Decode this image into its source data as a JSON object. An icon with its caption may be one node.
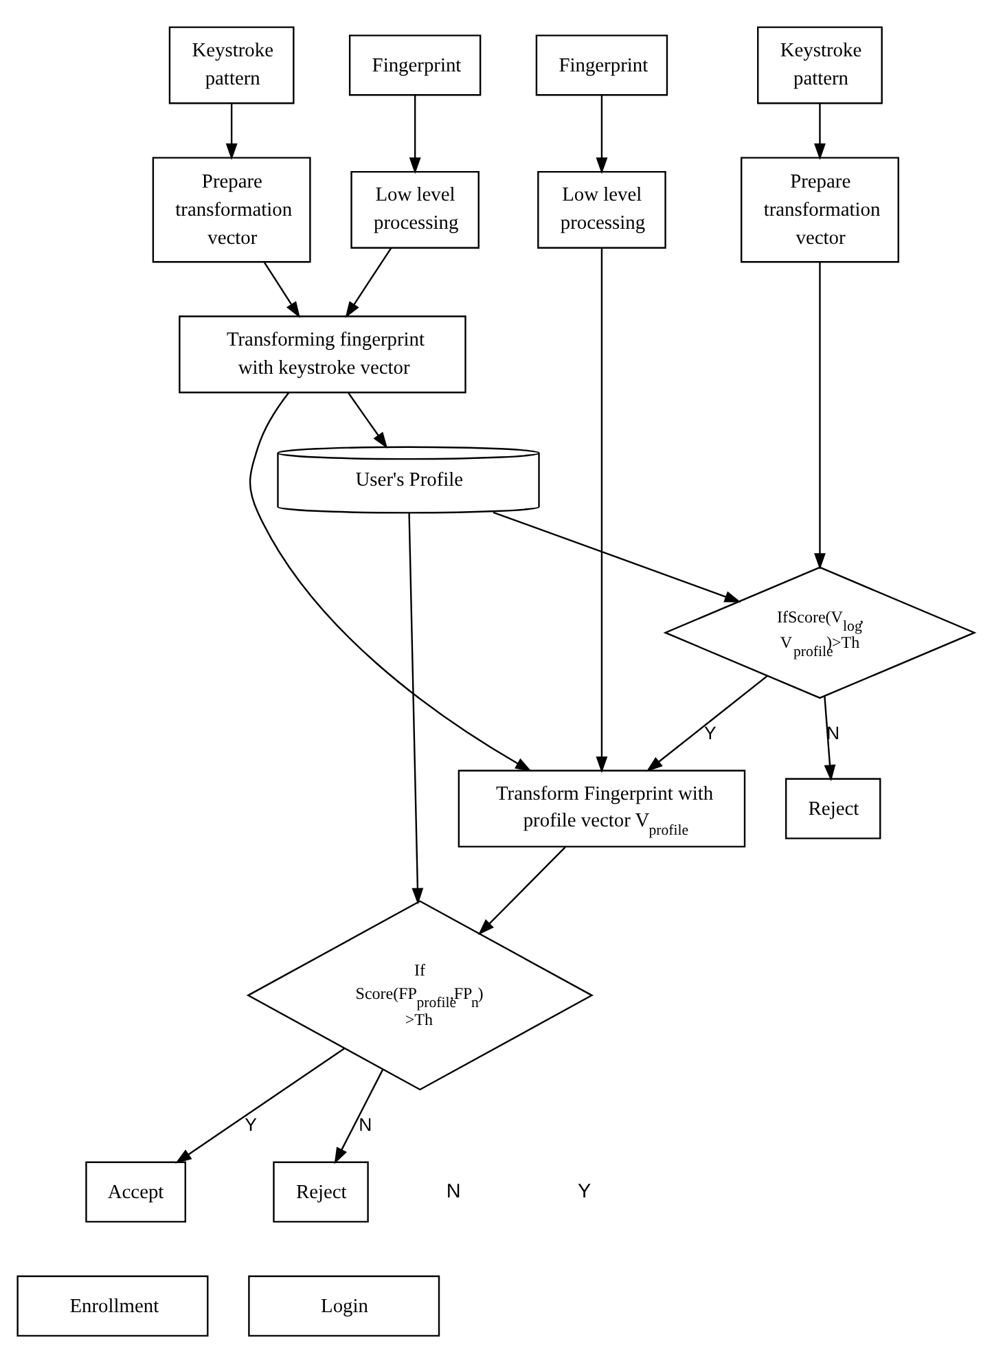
{
  "diagram": {
    "nodes": [
      {
        "text": [
          "Fingerprint"
        ]
      },
      {
        "text": [
          "Keystroke pattern"
        ]
      },
      {
        "text": [
          "Keystroke pattern"
        ]
      },
      {
        "text": [
          "Fingerprint"
        ]
      },
      {
        "text": [
          "Low level processing"
        ]
      },
      {
        "text": [
          "Prepare transformation vector"
        ]
      },
      {
        "text": [
          "Prepare transformation vector"
        ]
      },
      {
        "text": [
          "Low level processing"
        ]
      },
      {
        "text": [
          "Transforming fingerprint with keystroke vector"
        ]
      },
      {
        "text": [
          "IfScore(V$_{log}$, V$_{profile}$)>Th"
        ]
      },
      {
        "text": [
          "Reject"
        ]
      },
      {
        "text": [
          "User's Profile"
        ]
      },
      {
        "text": [
          "Transform Fingerprint with profile vector V$_{profile}$"
        ]
      },
      {
        "text": [
          "If Score(FP$_{profile}$,FP$_{n}$) >Th"
        ]
      },
      {
        "text": [
          "Accept"
        ]
      },
      {
        "text": [
          "Reject"
        ]
      },
      {
        "text": [
          "Enrollment"
        ]
      },
      {
        "text": [
          "Login"
        ]
      }
    ],
    "edges": [
      {
        "from": 0,
        "to": 4,
        "arrow": "to"
      },
      {
        "from": 1,
        "to": 5,
        "arrow": "to"
      },
      {
        "from": 2,
        "to": 6,
        "arrow": "to"
      },
      {
        "from": 3,
        "to": 7,
        "arrow": "to"
      },
      {
        "from": 4,
        "to": 8,
        "arrow": "to"
      },
      {
        "from": 5,
        "to": 8,
        "arrow": "to"
      },
      {
        "from": 6,
        "to": 9,
        "arrow": "to"
      },
      {
        "from": 9,
        "to": 10,
        "arrow": "to",
        "label": "N"
      },
      {
        "from": 8,
        "to": 11,
        "arrow": "to"
      },
      {
        "from": 11,
        "to": 9,
        "arrow": "to"
      },
      {
        "from": 8,
        "to": 12,
        "arrow": "to"
      },
      {
        "from": 9,
        "to": 12,
        "arrow": "to",
        "label": "Y"
      },
      {
        "from": 7,
        "to": 12,
        "arrow": "to"
      },
      {
        "from": 11,
        "to": 13,
        "arrow": "to"
      },
      {
        "from": 12,
        "to": 13,
        "arrow": "to"
      },
      {
        "from": 13,
        "to": 14,
        "arrow": "to",
        "label": "Y"
      },
      {
        "from": 13,
        "to": 15,
        "arrow": "to",
        "label": "N"
      }
    ],
    "labels": [
      "N",
      "Y"
    ]
  }
}
